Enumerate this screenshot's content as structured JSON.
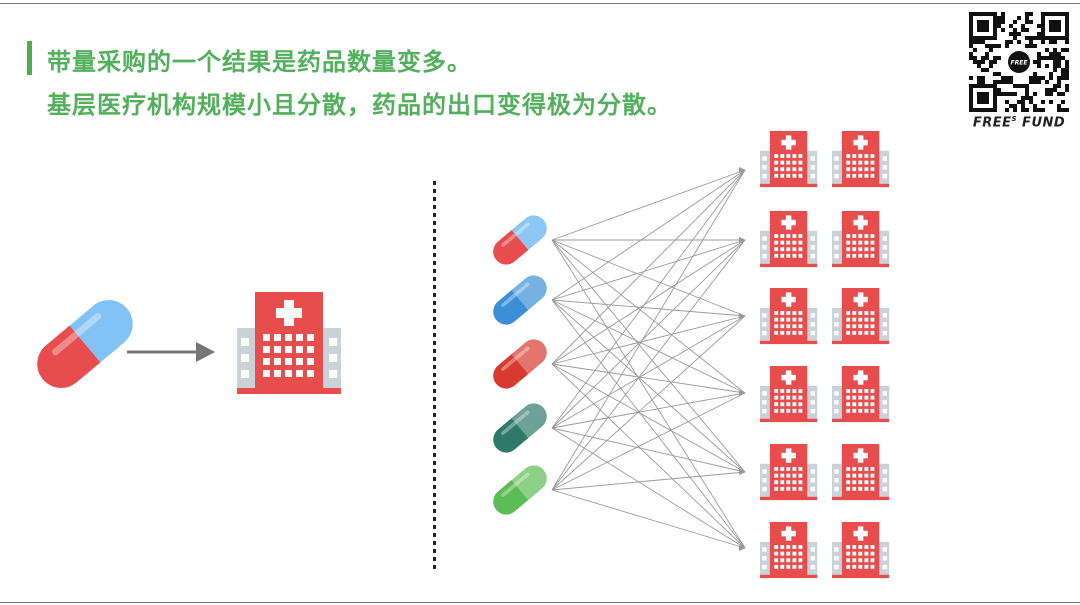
{
  "header": {
    "line1": "带量采购的一个结果是药品数量变多。",
    "line2": "基层医疗机构规模小且分散，药品的出口变得极为分散。"
  },
  "brand": {
    "name": "FREE",
    "sup": "S",
    "suffix": " FUND"
  },
  "qr_badge": "FREE",
  "colors": {
    "accent": "#52b05c",
    "hospital_red": "#e84d4d",
    "hospital_grey": "#c9d2d9",
    "pill_colors": [
      "#5aaef0",
      "#3b8fd8",
      "#d93a30",
      "#2e7a6a",
      "#5cbc55"
    ]
  },
  "left_group": {
    "pills": 1,
    "hospitals": 1
  },
  "right_group": {
    "pills": 5,
    "hospital_rows": 6,
    "hospital_cols": 2
  }
}
